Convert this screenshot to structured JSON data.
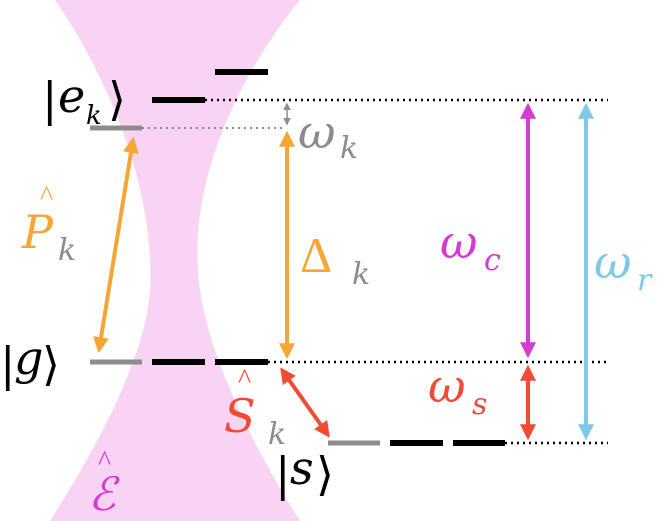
{
  "colors": {
    "beam": "#f9d3f3",
    "black": "#000000",
    "gray": "#8c8c8c",
    "orange": "#f7a533",
    "magenta": "#d63ad4",
    "skyblue": "#7fc9e8",
    "red": "#f34a36"
  },
  "states": {
    "excited": "e",
    "excited_sub": "k",
    "ground": "g",
    "storage": "s"
  },
  "labels": {
    "omega_k": "ω",
    "omega_k_sub": "k",
    "P_k": "P",
    "P_k_sub": "k",
    "Delta_k": "Δ",
    "Delta_k_sub": "k",
    "omega_c": "ω",
    "omega_c_sub": "c",
    "omega_r": "ω",
    "omega_r_sub": "r",
    "omega_s": "ω",
    "omega_s_sub": "s",
    "S_k": "S",
    "S_k_sub": "k",
    "E_field": "ℰ"
  }
}
